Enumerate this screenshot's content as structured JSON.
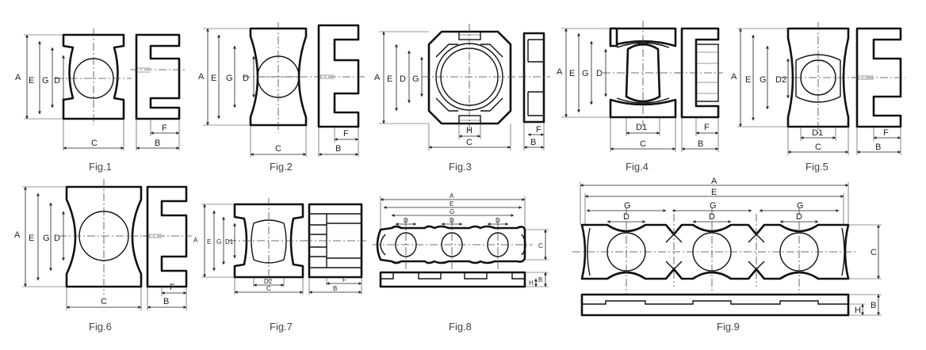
{
  "figures": [
    {
      "id": "fig1",
      "caption": "Fig.1",
      "labels": {
        "A": "A",
        "B": "B",
        "C": "C",
        "E": "E",
        "F": "F",
        "G": "G",
        "D": "D"
      }
    },
    {
      "id": "fig2",
      "caption": "Fig.2",
      "labels": {
        "A": "A",
        "B": "B",
        "C": "C",
        "E": "E",
        "F": "F",
        "G": "G",
        "D": "D"
      }
    },
    {
      "id": "fig3",
      "caption": "Fig.3",
      "labels": {
        "A": "A",
        "B": "B",
        "C": "C",
        "E": "E",
        "F": "F",
        "G": "G",
        "D": "D",
        "H": "H"
      }
    },
    {
      "id": "fig4",
      "caption": "Fig.4",
      "labels": {
        "A": "A",
        "B": "B",
        "C": "C",
        "E": "E",
        "F": "F",
        "G": "G",
        "D": "D",
        "D1": "D1"
      }
    },
    {
      "id": "fig5",
      "caption": "Fig.5",
      "labels": {
        "A": "A",
        "B": "B",
        "C": "C",
        "E": "E",
        "F": "F",
        "G": "G",
        "D2": "D2",
        "D1": "D1"
      }
    },
    {
      "id": "fig6",
      "caption": "Fig.6",
      "labels": {
        "A": "A",
        "B": "B",
        "C": "C",
        "E": "E",
        "F": "F",
        "G": "G",
        "D": "D"
      }
    },
    {
      "id": "fig7",
      "caption": "Fig.7",
      "labels": {
        "A": "A",
        "B": "B",
        "C": "C",
        "E": "E",
        "F": "F",
        "G": "G",
        "D1": "D1",
        "D2": "D2"
      }
    },
    {
      "id": "fig8",
      "caption": "Fig.8",
      "labels": {
        "A": "A",
        "B": "B",
        "C": "C",
        "E": "E",
        "G": "G",
        "D": "D",
        "H": "H"
      }
    },
    {
      "id": "fig9",
      "caption": "Fig.9",
      "labels": {
        "A": "A",
        "B": "B",
        "C": "C",
        "E": "E",
        "G": "G",
        "D": "D",
        "H": "H"
      }
    }
  ]
}
